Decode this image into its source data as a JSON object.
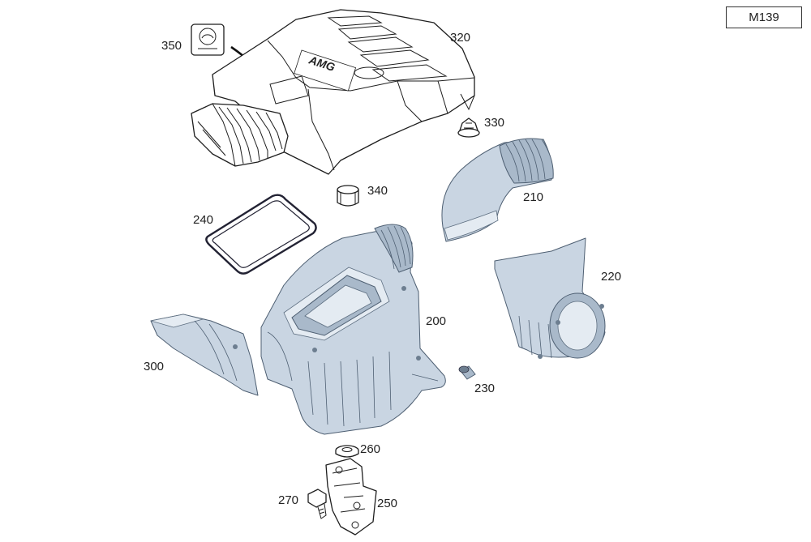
{
  "engine_code": "M139",
  "labels": {
    "p350": "350",
    "p320": "320",
    "p330": "330",
    "p340": "340",
    "p240": "240",
    "p210": "210",
    "p220": "220",
    "p200": "200",
    "p300": "300",
    "p230": "230",
    "p260": "260",
    "p270": "270",
    "p250": "250"
  },
  "cover_badge": "AMG"
}
